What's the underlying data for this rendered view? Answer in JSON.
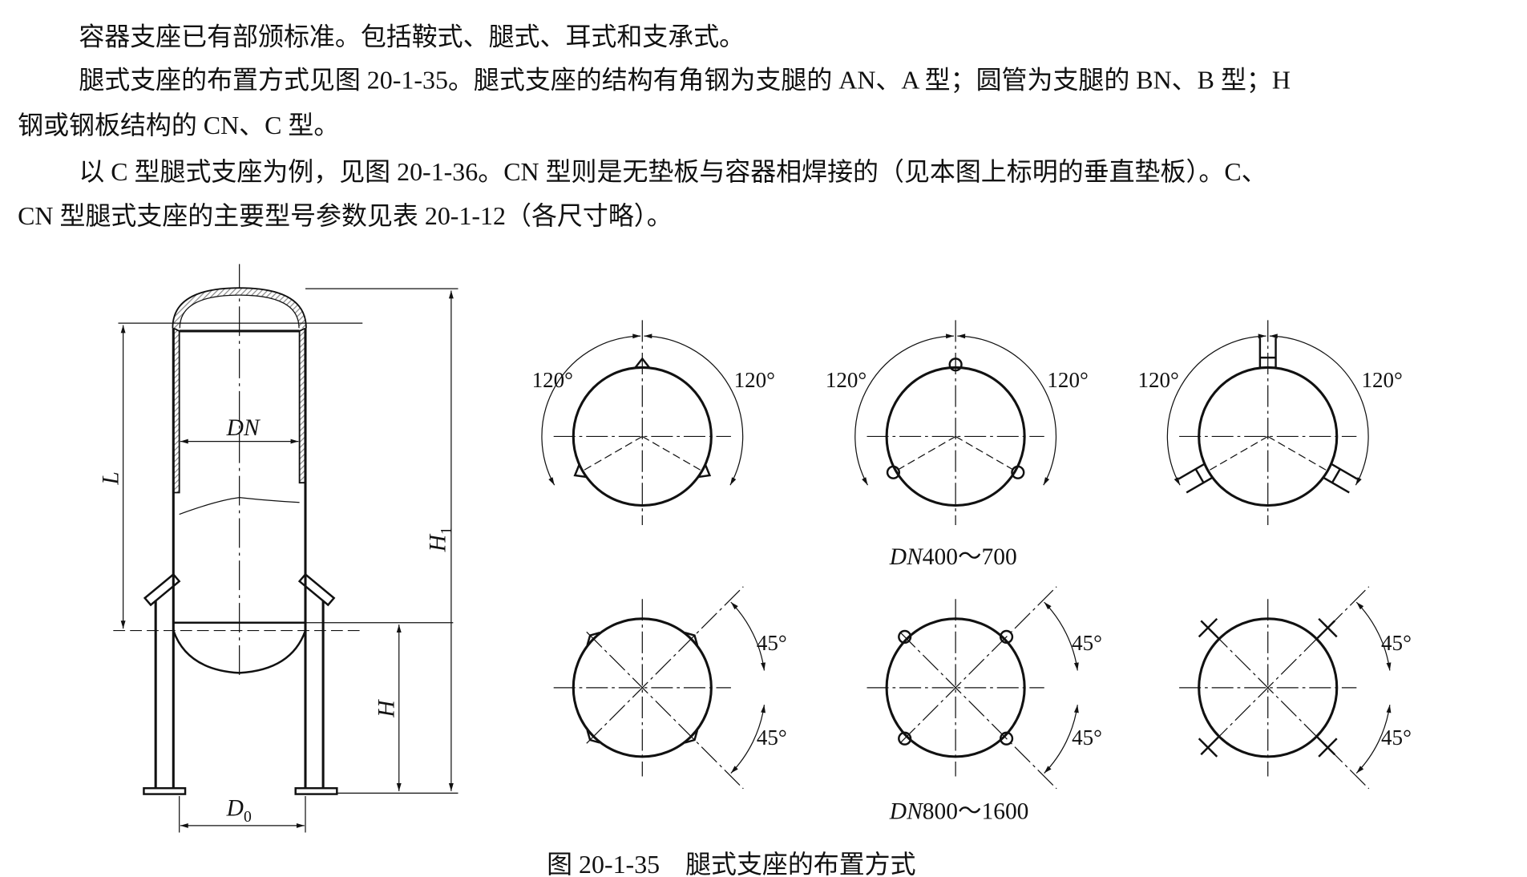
{
  "paragraphs": [
    "容器支座已有部颁标准。包括鞍式、腿式、耳式和支承式。",
    "腿式支座的布置方式见图 20-1-35。腿式支座的结构有角钢为支腿的 AN、A 型；圆管为支腿的 BN、B 型；H",
    "钢或钢板结构的 CN、C 型。",
    "以 C 型腿式支座为例，见图 20-1-36。CN 型则是无垫板与容器相焊接的（见本图上标明的垂直垫板）。C、",
    "CN 型腿式支座的主要型号参数见表 20-1-12（各尺寸略）。"
  ],
  "figure": {
    "vessel_labels": {
      "dn": "DN",
      "l": "L",
      "h": "H",
      "h1": "H",
      "h1_sub": "1",
      "d0": "D",
      "d0_sub": "0"
    },
    "angle_120": "120°",
    "angle_45": "45°",
    "row1_label_italic": "DN",
    "row1_label_rest": "400～700",
    "row2_label_italic": "DN",
    "row2_label_rest": "800～1600",
    "caption": "图 20-1-35　腿式支座的布置方式"
  }
}
